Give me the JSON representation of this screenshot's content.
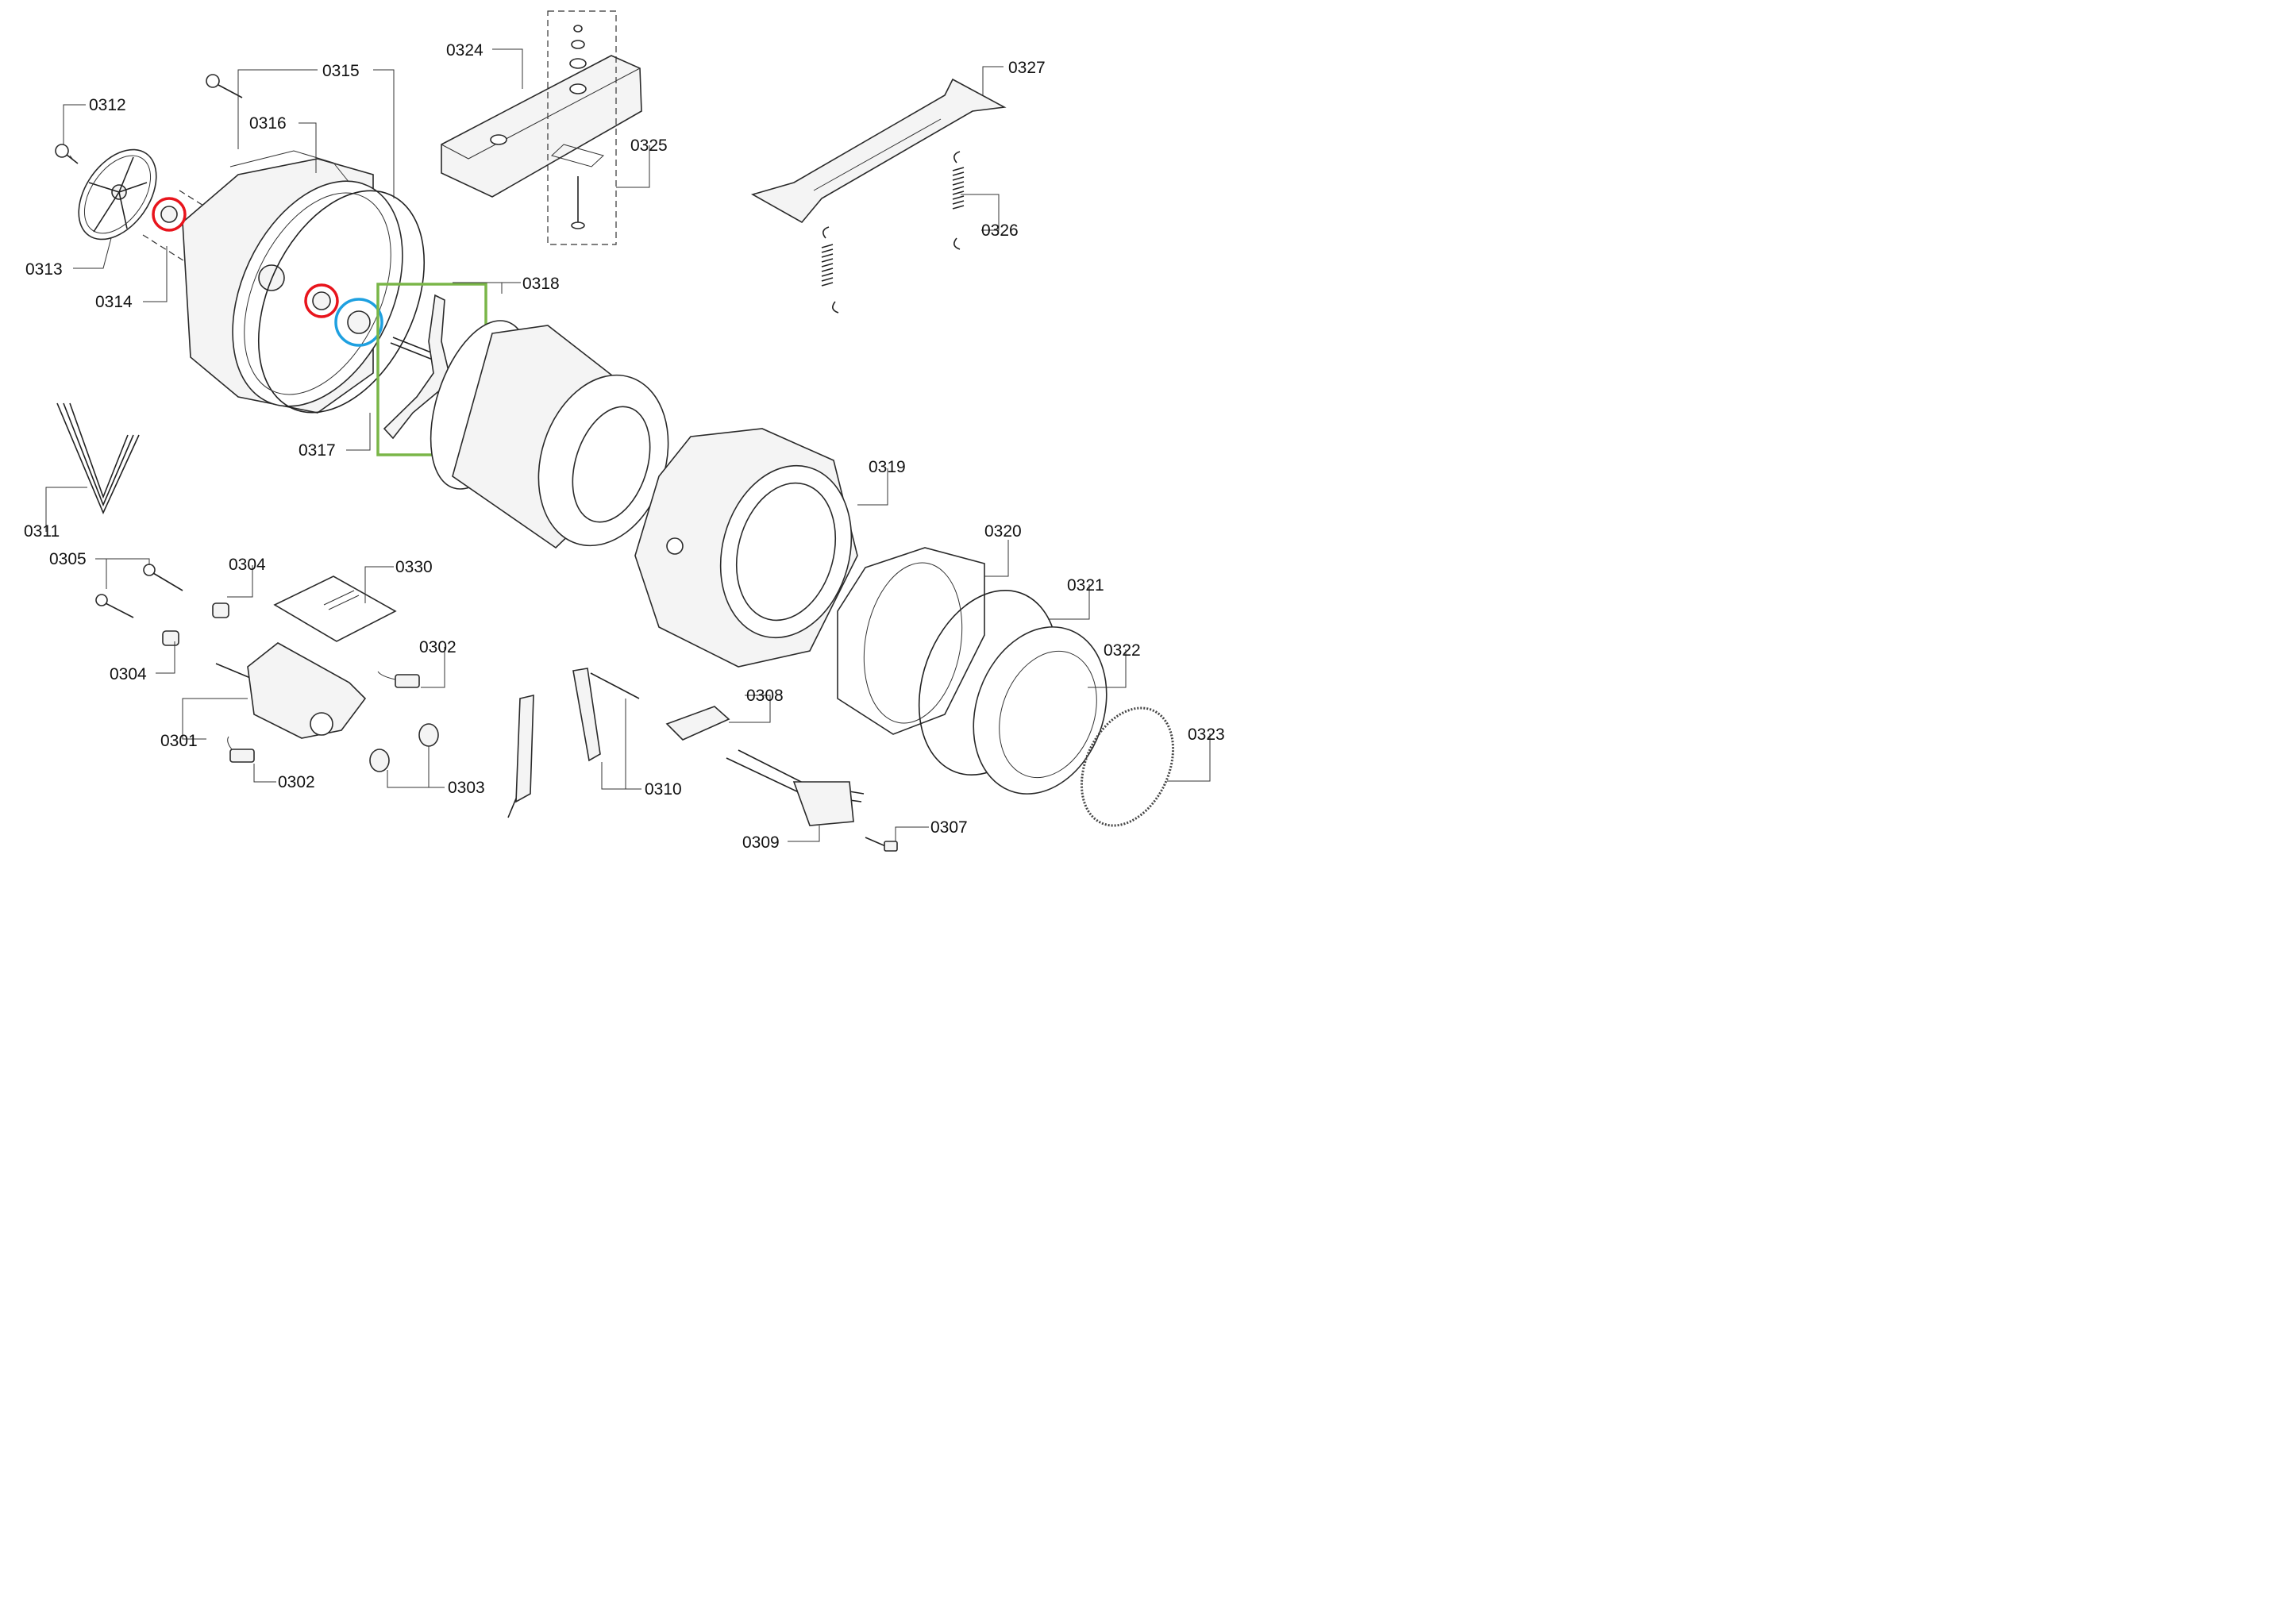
{
  "diagram": {
    "labels": {
      "p0301": "0301",
      "p0302a": "0302",
      "p0302b": "0302",
      "p0303": "0303",
      "p0304a": "0304",
      "p0304b": "0304",
      "p0305": "0305",
      "p0307": "0307",
      "p0308": "0308",
      "p0309": "0309",
      "p0310": "0310",
      "p0311": "0311",
      "p0312": "0312",
      "p0313": "0313",
      "p0314": "0314",
      "p0315": "0315",
      "p0316": "0316",
      "p0317": "0317",
      "p0318": "0318",
      "p0319": "0319",
      "p0320": "0320",
      "p0321": "0321",
      "p0322": "0322",
      "p0323": "0323",
      "p0324": "0324",
      "p0325": "0325",
      "p0326": "0326",
      "p0327": "0327",
      "p0330": "0330"
    },
    "colors": {
      "bearing_highlight": "#e8141c",
      "seal_highlight": "#1ea0e0",
      "spider_highlight": "#7ab648",
      "line": "#222222"
    }
  }
}
